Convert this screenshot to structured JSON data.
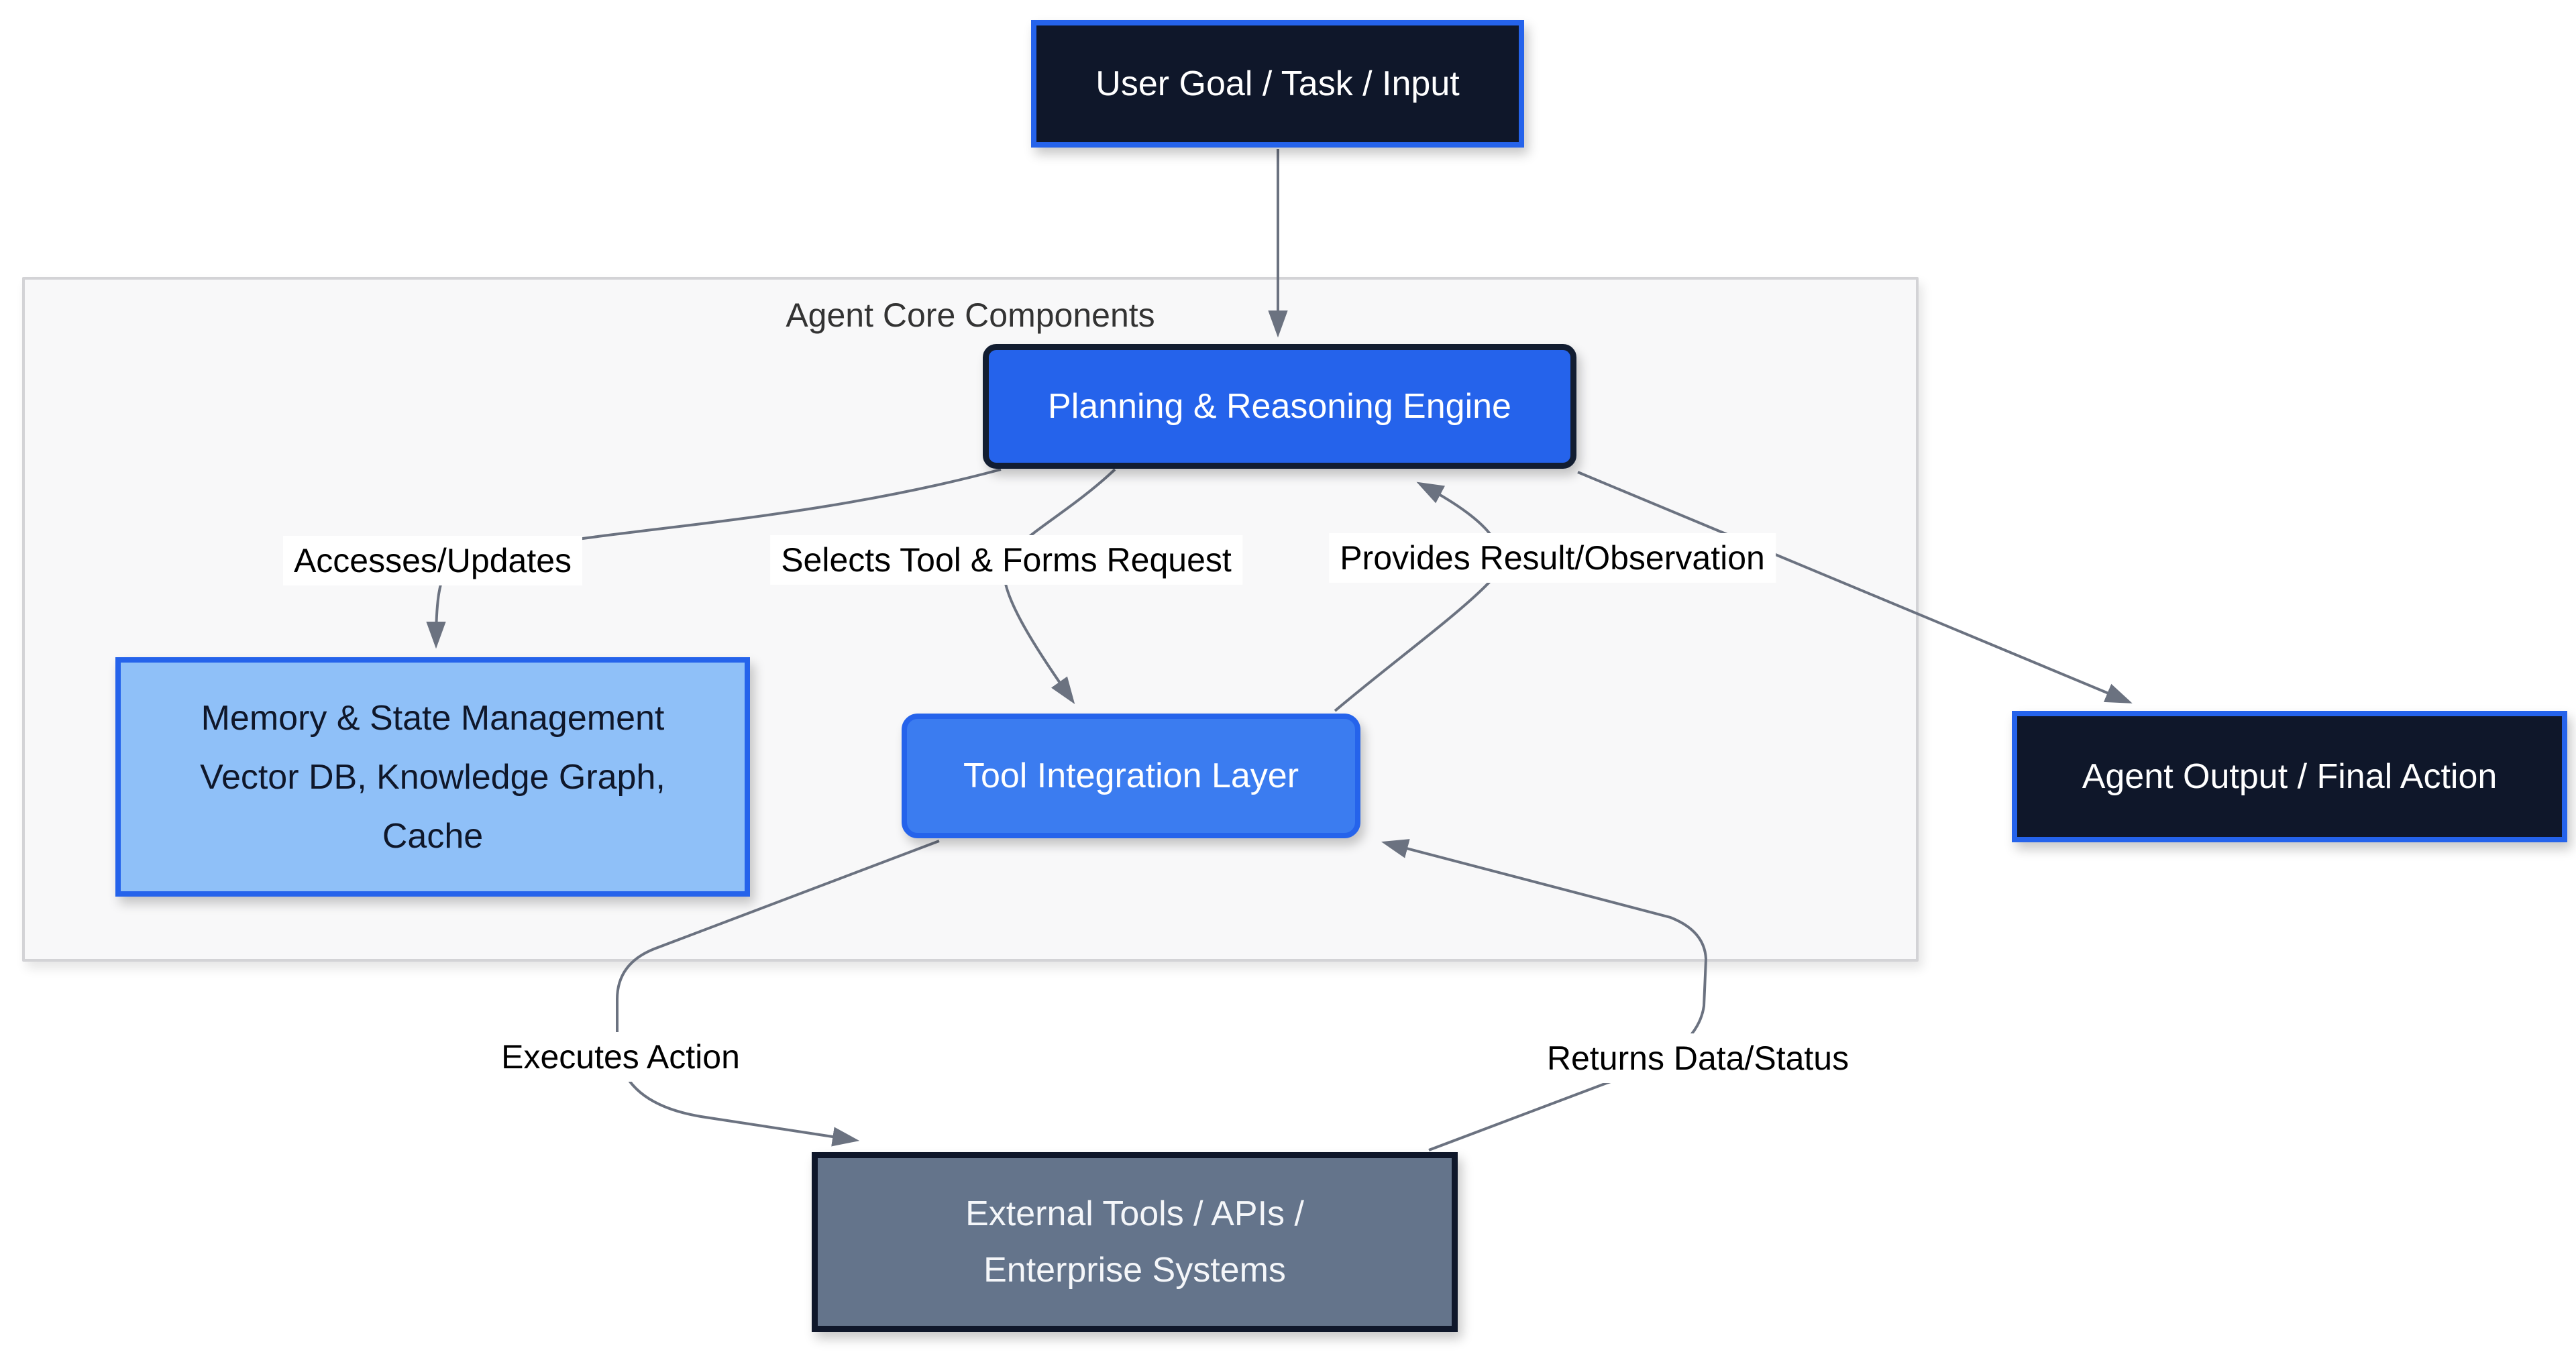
{
  "diagram": {
    "type": "flowchart",
    "container": {
      "label": "Agent Core Components"
    },
    "nodes": {
      "user_goal": {
        "label": "User Goal / Task / Input"
      },
      "planning": {
        "label": "Planning & Reasoning Engine"
      },
      "memory": {
        "lines": [
          "Memory & State Management",
          "Vector DB, Knowledge Graph,",
          "Cache"
        ]
      },
      "tool": {
        "label": "Tool Integration Layer"
      },
      "agent_output": {
        "label": "Agent Output / Final Action"
      },
      "external": {
        "lines": [
          "External Tools / APIs /",
          "Enterprise Systems"
        ]
      }
    },
    "edges": [
      {
        "from": "user_goal",
        "to": "planning",
        "label": ""
      },
      {
        "from": "planning",
        "to": "memory",
        "label": "Accesses/Updates"
      },
      {
        "from": "planning",
        "to": "tool",
        "label": "Selects Tool & Forms Request"
      },
      {
        "from": "tool",
        "to": "planning",
        "label": "Provides Result/Observation"
      },
      {
        "from": "planning",
        "to": "agent_output",
        "label": ""
      },
      {
        "from": "tool",
        "to": "external",
        "label": "Executes Action"
      },
      {
        "from": "external",
        "to": "tool",
        "label": "Returns Data/Status"
      }
    ],
    "edge_labels": {
      "accesses": "Accesses/Updates",
      "selects": "Selects Tool & Forms Request",
      "provides": "Provides Result/Observation",
      "executes": "Executes Action",
      "returns": "Returns Data/Status"
    },
    "colors": {
      "dark_node_fill": "#0f172a",
      "blue_border": "#2563eb",
      "planning_fill": "#2563eb",
      "planning_border": "#121d31",
      "tool_fill": "#3b7cf0",
      "memory_fill": "#8fc0f8",
      "external_fill": "#64748b",
      "edge_stroke": "#6b7280",
      "container_fill": "#f8f8f9",
      "container_border": "#d3d3d6",
      "edge_label_bg": "#ffffff"
    }
  }
}
